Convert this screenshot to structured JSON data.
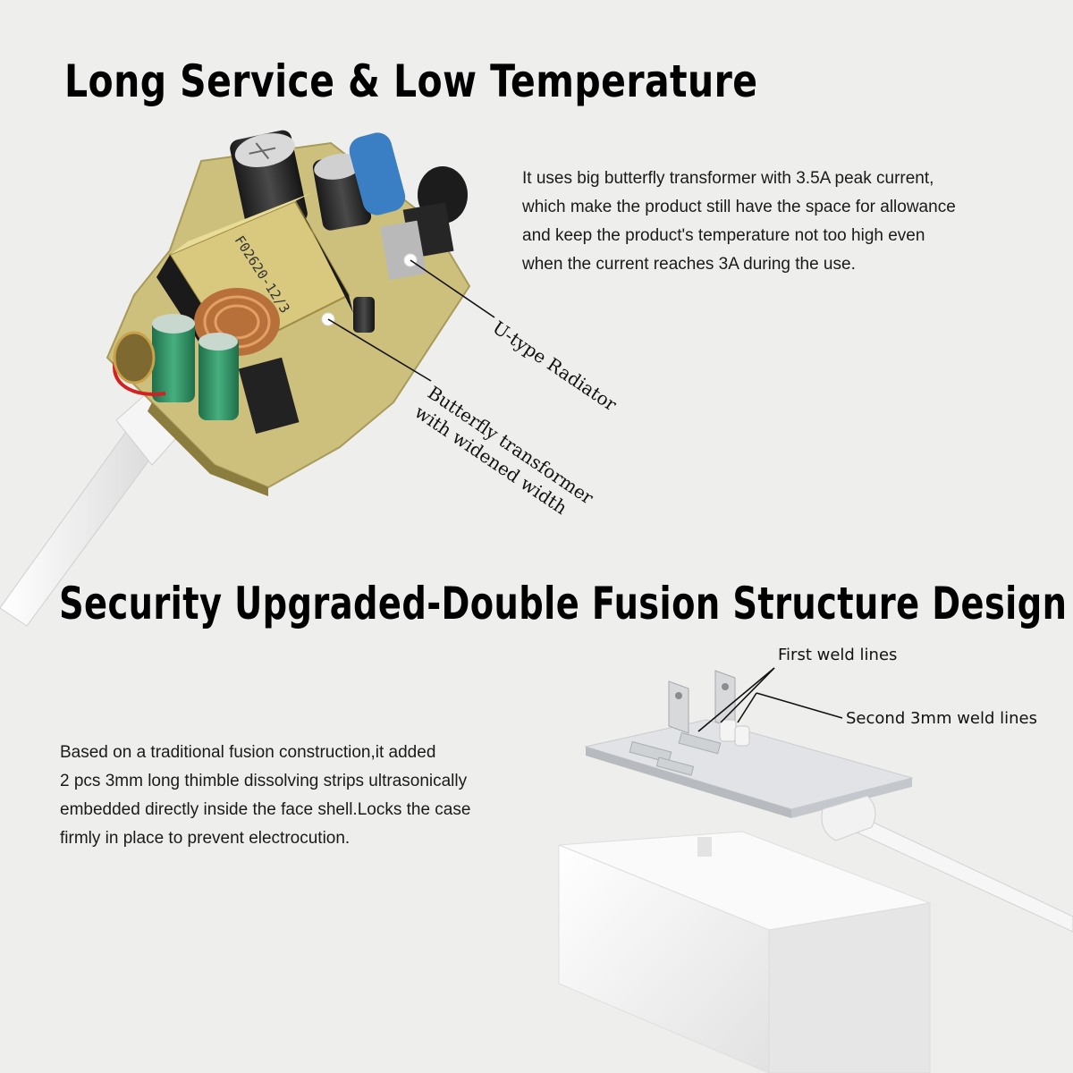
{
  "section1": {
    "title": "Long Service & Low Temperature",
    "description_lines": [
      "It uses big butterfly transformer with 3.5A peak current,",
      "which make the product still have the space for allowance",
      "and keep the product's temperature not too high even",
      "when the current reaches 3A during the use."
    ],
    "callouts": {
      "radiator": "U-type Radiator",
      "transformer_line1": "Butterfly transformer",
      "transformer_line2": "with widened width"
    },
    "transformer_marking": "F02620-12/3"
  },
  "section2": {
    "title": "Security Upgraded-Double Fusion Structure Design",
    "description_lines": [
      "Based on a traditional fusion construction,it added",
      "2 pcs 3mm long thimble dissolving strips ultrasonically",
      "embedded directly inside the face shell.Locks the case",
      "firmly in place to prevent electrocution."
    ],
    "callouts": {
      "first_weld": "First weld lines",
      "second_weld": "Second 3mm weld lines"
    }
  },
  "colors": {
    "background": "#eeeeec",
    "pcb": "#cdbf7c",
    "transformer": "#d9c97f",
    "capacitor_green": "#2f8a60",
    "casing": "#f7f7f7"
  }
}
